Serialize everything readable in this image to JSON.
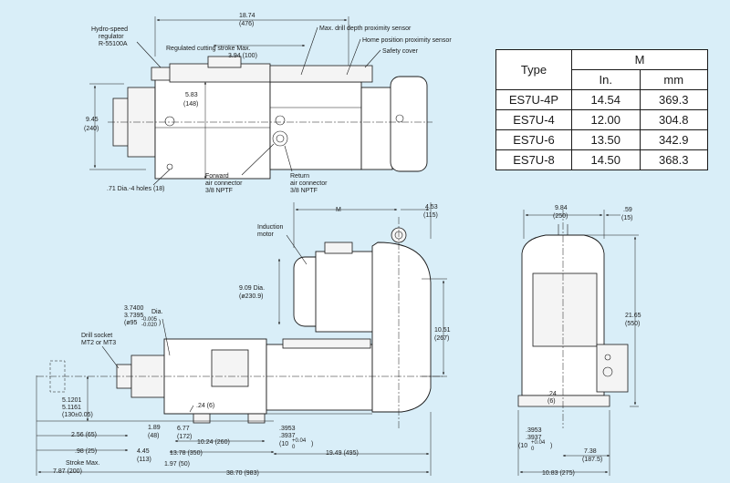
{
  "top_view": {
    "callouts": {
      "hydro_regulator_line1": "Hydro-speed",
      "hydro_regulator_line2": "regulator",
      "hydro_regulator_line3": "R-55100A",
      "max_depth_sensor": "Max. drill depth proximity sensor",
      "home_sensor": "Home position proximity sensor",
      "safety_cover": "Safety cover",
      "stroke_max_line1": "Regulated cutting stroke Max.",
      "stroke_max_line2": "3.94 (100)",
      "forward_line1": "Forward",
      "forward_line2": "air connector",
      "forward_line3": "3/8 NPTF",
      "return_line1": "Return",
      "return_line2": "air connector",
      "return_line3": "3/8 NPTF",
      "holes": ".71 Dia.-4 holes (18)"
    },
    "dims": {
      "overall_in": "18.74",
      "overall_mm": "(476)",
      "inner_in": "5.83",
      "inner_mm": "(148)",
      "height_in": "9.45",
      "height_mm": "(240)"
    }
  },
  "spec_table": {
    "type_header": "Type",
    "m_header": "M",
    "in_header": "In.",
    "mm_header": "mm",
    "rows": [
      {
        "type": "ES7U-4P",
        "in": "14.54",
        "mm": "369.3"
      },
      {
        "type": "ES7U-4",
        "in": "12.00",
        "mm": "304.8"
      },
      {
        "type": "ES7U-6",
        "in": "13.50",
        "mm": "342.9"
      },
      {
        "type": "ES7U-8",
        "in": "14.50",
        "mm": "368.3"
      }
    ]
  },
  "side_view": {
    "labels": {
      "induction_line1": "Induction",
      "induction_line2": "motor",
      "drill_socket_line1": "Drill socket",
      "drill_socket_line2": "MT2 or MT3"
    },
    "dims": {
      "m": "M",
      "right_top_in": "4.53",
      "right_top_mm": "(115)",
      "motor_dia_line1": "9.09 Dia.",
      "motor_dia_line2": "(ø230.9)",
      "quill_line1": "3.7400",
      "quill_line2": "3.7395",
      "quill_dia": "Dia.",
      "quill_tol_mm": "(ø95",
      "quill_tol_upper": "-0.005",
      "quill_tol_lower": "-0.020",
      "quill_close": ")",
      "height_in": "10.51",
      "height_mm": "(267)",
      "spindle_h1": "5.1201",
      "spindle_h2": "5.1161",
      "spindle_h3": "(130±0.05)",
      "d024": ".24 (6)",
      "d189": "1.89",
      "d189mm": "(48)",
      "d677": "6.77",
      "d677mm": "(172)",
      "d1024": "10.24 (260)",
      "d3953": ".3953",
      "d3937": ".3937",
      "d3937mm": "(10",
      "d3937tol": "+0.04",
      "d3937tol0": "0",
      "d3937close": ")",
      "d256": "2.56 (65)",
      "d445": "4.45",
      "d445mm": "(113)",
      "d1378": "13.78 (350)",
      "d1949": "19.49 (495)",
      "d098": ".98 (25)",
      "d197": "1.97 (50)",
      "stroke_line1": "Stroke Max.",
      "stroke_line2": "7.87 (200)",
      "overall": "38.70 (983)"
    }
  },
  "end_view": {
    "dims": {
      "width_in": "9.84",
      "width_mm": "(250)",
      "top_in": ".59",
      "top_mm": "(15)",
      "height_in": "21.65",
      "height_mm": "(550)",
      "base_in": ".24",
      "base_mm": "(6)",
      "d3953": ".3953",
      "d3937": ".3937",
      "d3937mm": "(10",
      "d3937tol": "+0.04",
      "d3937tol0": "0",
      "d3937close": ")",
      "half_in": "7.38",
      "half_mm": "(187.5)",
      "overall": "10.83 (275)"
    }
  }
}
